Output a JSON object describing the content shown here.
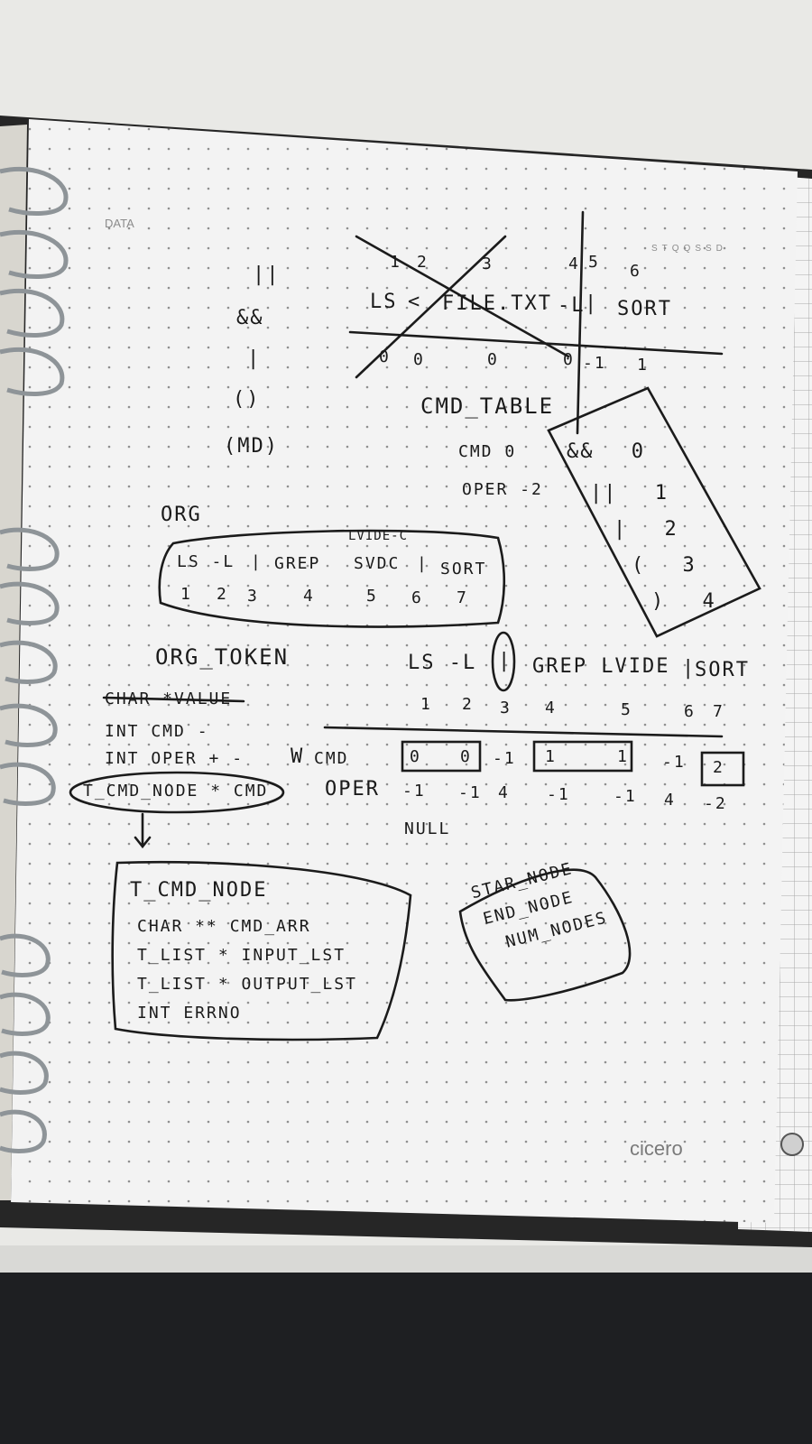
{
  "page_header": {
    "label": "DATA",
    "weekdays": "STQQSSD"
  },
  "brand": "cicero",
  "left_column": [
    "||",
    "&&",
    "|",
    "()",
    "(MD)"
  ],
  "top_table": {
    "positions": [
      "1",
      "2",
      "3",
      "4",
      "5",
      "6"
    ],
    "tokens": [
      "LS",
      "<",
      "FILE.TXT",
      "-L",
      "|",
      "SORT"
    ],
    "values": [
      "0",
      "0",
      "0",
      "0",
      "-1",
      "1"
    ]
  },
  "cmd_table": {
    "title": "CMD_TABLE",
    "rows": [
      "CMD 0",
      "OPER -2"
    ]
  },
  "operators_box": [
    {
      "op": "&&",
      "code": "0"
    },
    {
      "op": "||",
      "code": "1"
    },
    {
      "op": "|",
      "code": "2"
    },
    {
      "op": "(",
      "code": "3"
    },
    {
      "op": ")",
      "code": "4"
    }
  ],
  "org": {
    "label": "ORG",
    "annotation": "LVIDE-C",
    "content": [
      "LS -L",
      "|",
      "GREP",
      "SVDC",
      "|",
      "SORT"
    ],
    "numbers": [
      "1",
      "2",
      "3",
      "4",
      "5",
      "6",
      "7"
    ]
  },
  "org_token": {
    "label": "ORG_TOKEN",
    "sequence": [
      "LS -L",
      "|",
      "GREP LVIDE",
      "|",
      "SORT"
    ],
    "numbers": [
      "1",
      "2",
      "3",
      "4",
      "5",
      "6",
      "7"
    ],
    "word_label": "W",
    "cmd_label": "CMD",
    "oper_label": "OPER",
    "cmd_values": [
      "0",
      "0",
      "-1",
      "1",
      "1",
      "-1",
      "2"
    ],
    "oper_values": [
      "-1",
      "-1",
      "4",
      "-1",
      "-1",
      "4",
      "-2"
    ],
    "null_label": "NULL"
  },
  "struct_fields": [
    "CHAR *VALUE",
    "INT CMD -",
    "INT OPER + -",
    "T_CMD_NODE * CMD"
  ],
  "cmd_node": {
    "title": "T_CMD_NODE",
    "fields": [
      "CHAR ** CMD_ARR",
      "T_LIST * INPUT_LST",
      "T_LIST * OUTPUT_LST",
      "INT ERRNO"
    ]
  },
  "nodes_box": [
    "STAR_NODE",
    "END_NODE",
    "NUM_NODES"
  ]
}
